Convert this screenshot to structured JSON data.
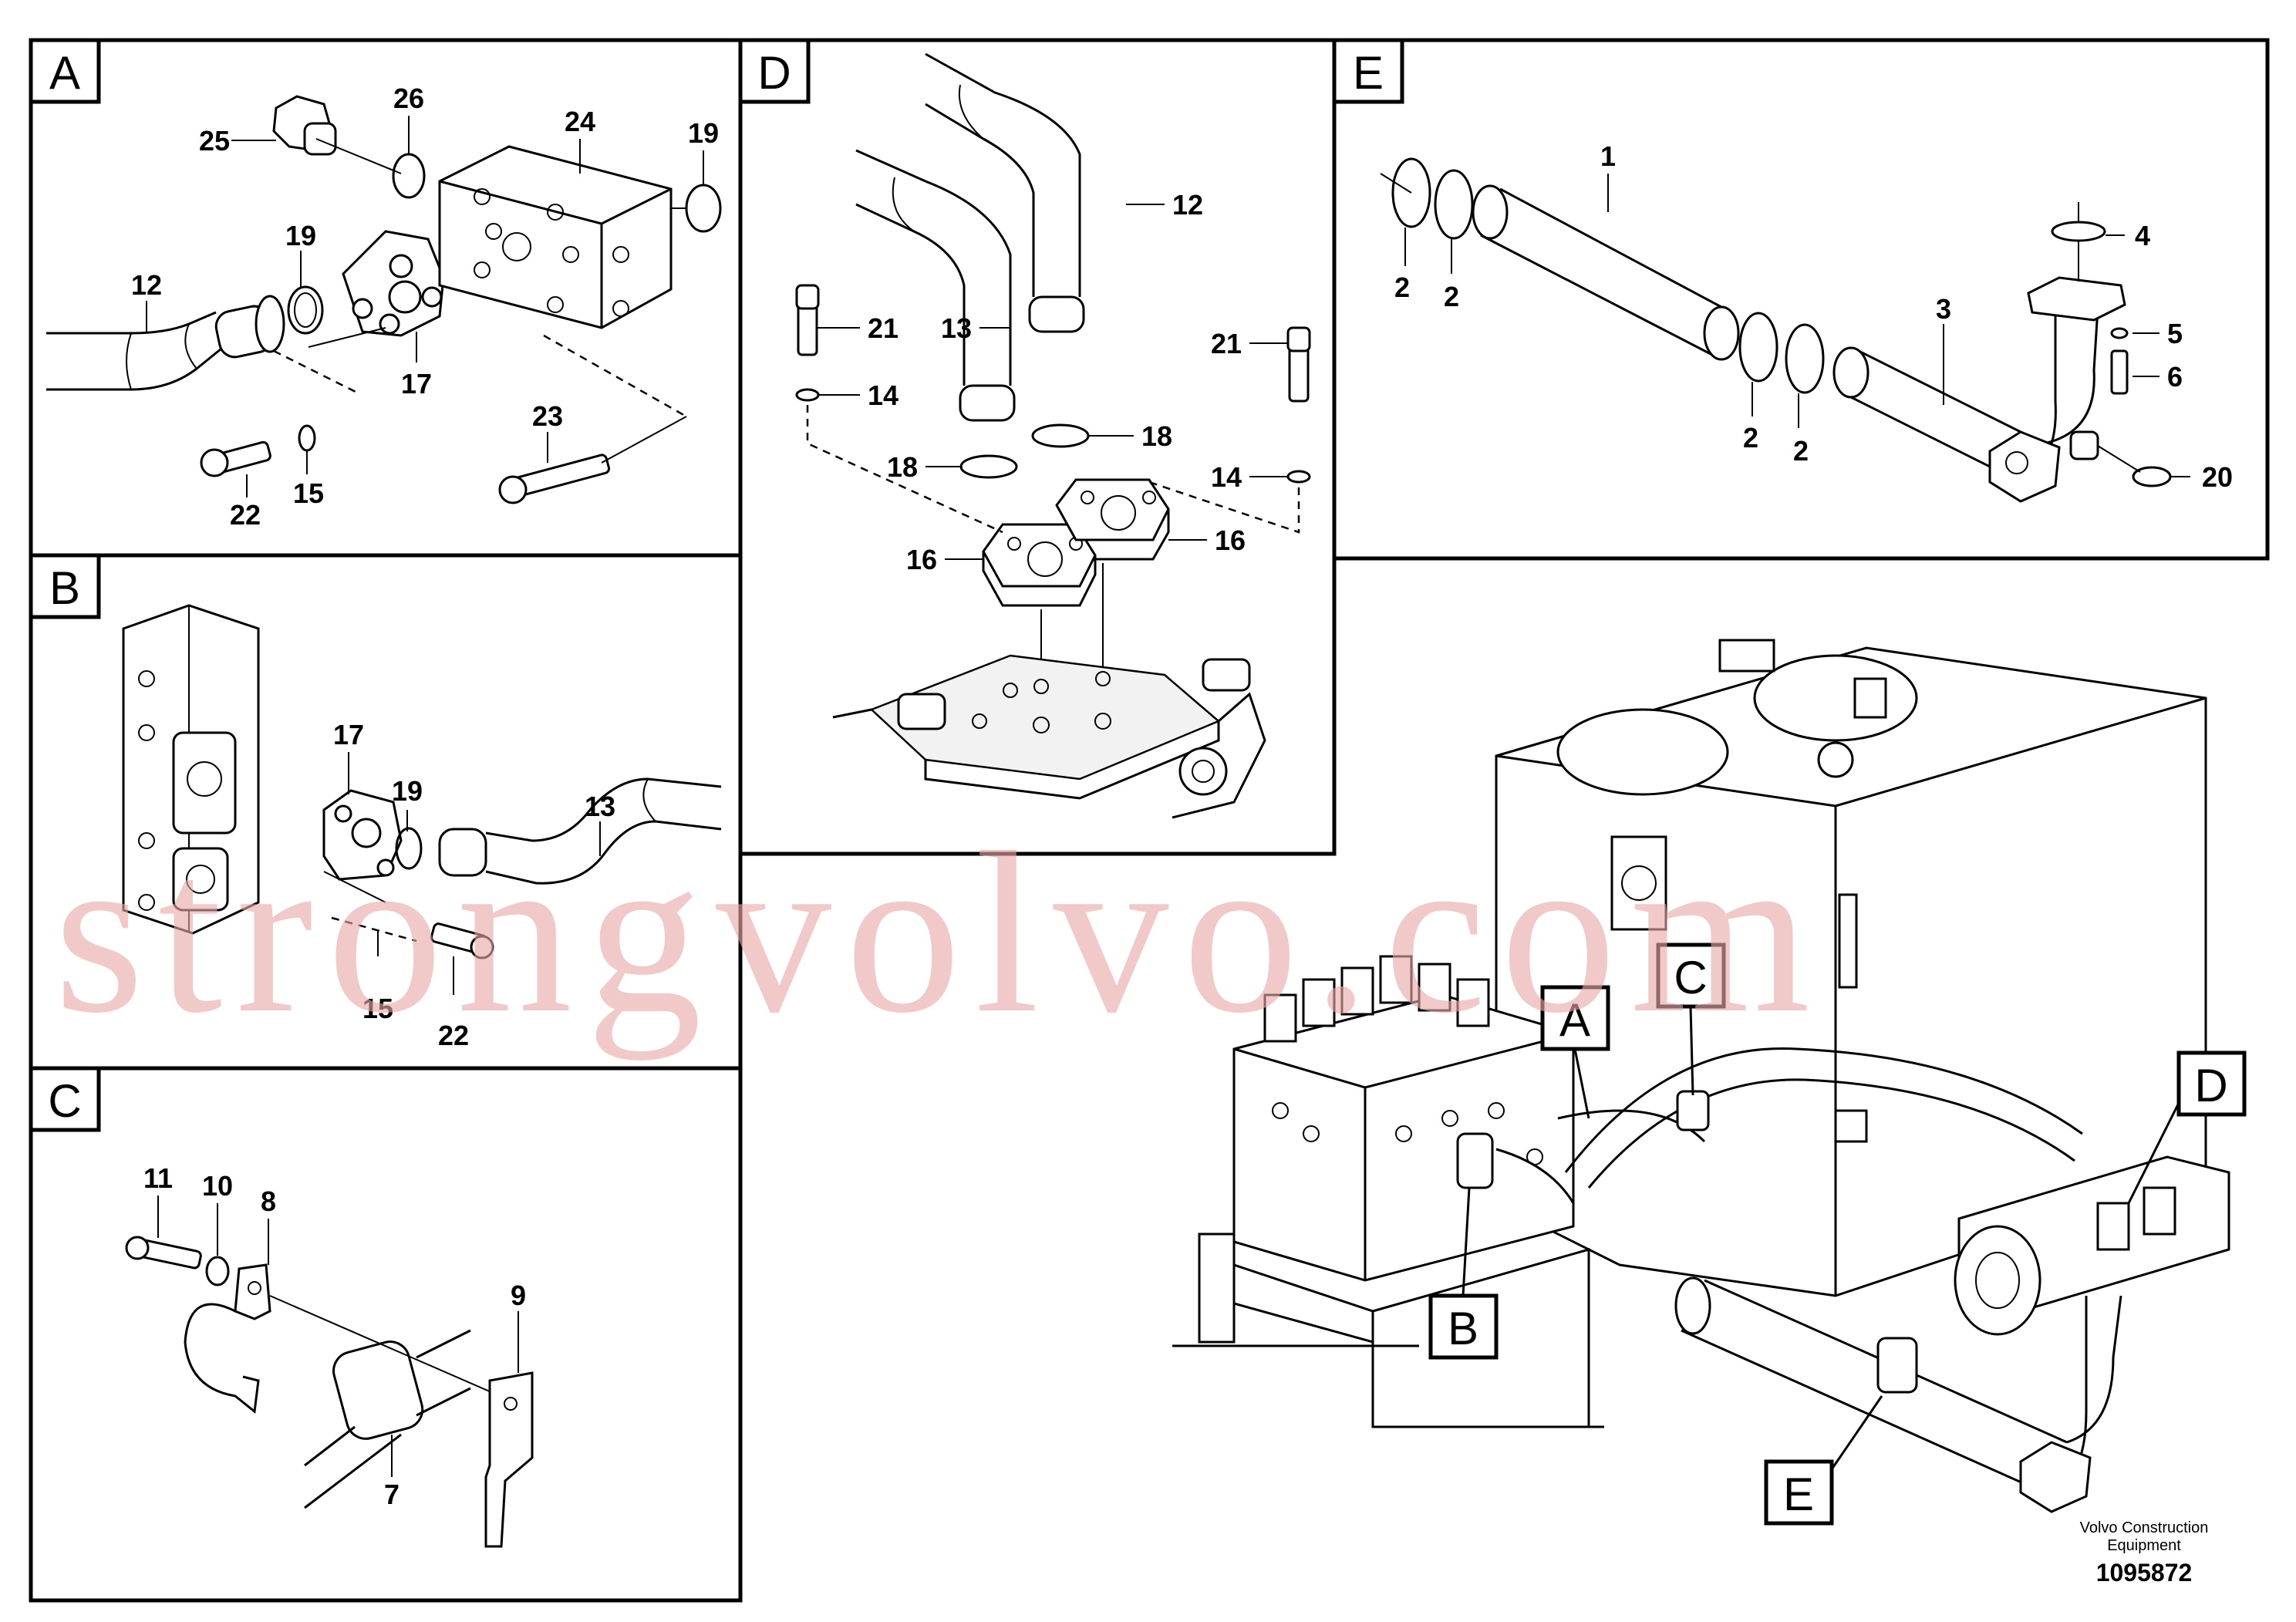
{
  "panels": {
    "A": {
      "label": "A",
      "callouts": {
        "n25": "25",
        "n26": "26",
        "n24": "24",
        "n19a": "19",
        "n19b": "19",
        "n12": "12",
        "n17": "17",
        "n23": "23",
        "n22": "22",
        "n15": "15"
      }
    },
    "B": {
      "label": "B",
      "callouts": {
        "n17": "17",
        "n19": "19",
        "n13": "13",
        "n15": "15",
        "n22": "22"
      }
    },
    "C": {
      "label": "C",
      "callouts": {
        "n11": "11",
        "n10": "10",
        "n8": "8",
        "n9": "9",
        "n7": "7"
      }
    },
    "D": {
      "label": "D",
      "callouts": {
        "n12": "12",
        "n13": "13",
        "n21a": "21",
        "n21b": "21",
        "n14a": "14",
        "n14b": "14",
        "n18a": "18",
        "n18b": "18",
        "n16a": "16",
        "n16b": "16"
      }
    },
    "E": {
      "label": "E",
      "callouts": {
        "n1": "1",
        "n2a": "2",
        "n2b": "2",
        "n2c": "2",
        "n2d": "2",
        "n3": "3",
        "n4": "4",
        "n5": "5",
        "n6": "6",
        "n20": "20"
      }
    }
  },
  "overview": {
    "pointers": {
      "A": "A",
      "B": "B",
      "C": "C",
      "D": "D",
      "E": "E"
    }
  },
  "watermark": "strongvolvo.com",
  "footer": {
    "line1": "Volvo Construction",
    "line2": "Equipment",
    "number": "1095872"
  }
}
